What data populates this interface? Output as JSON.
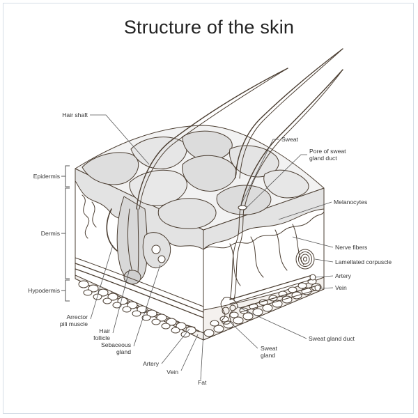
{
  "title": "Structure of the skin",
  "colors": {
    "line": "#4a3d31",
    "fill_gray": "#dcdcdc",
    "fill_light": "#f2f2f2",
    "leader": "#555555",
    "frame": "#d4dde6"
  },
  "layers": {
    "epidermis": "Epidermis",
    "dermis": "Dermis",
    "hypodermis": "Hypodermis"
  },
  "labels": {
    "hair_shaft": "Hair shaft",
    "sweat": "Sweat",
    "pore_line1": "Pore of sweat",
    "pore_line2": "gland duct",
    "melanocytes": "Melanocytes",
    "nerve_fibers": "Nerve fibers",
    "lamellated": "Lamellated corpuscle",
    "artery_right": "Artery",
    "vein_right": "Vein",
    "arrector_line1": "Arrector",
    "arrector_line2": "pili muscle",
    "hair_follicle_line1": "Hair",
    "hair_follicle_line2": "follicle",
    "sebaceous_line1": "Sebaceous",
    "sebaceous_line2": "gland",
    "artery_bottom": "Artery",
    "vein_bottom": "Vein",
    "fat": "Fat",
    "sweat_gland_line1": "Sweat",
    "sweat_gland_line2": "gland",
    "sweat_gland_duct": "Sweat gland duct"
  }
}
